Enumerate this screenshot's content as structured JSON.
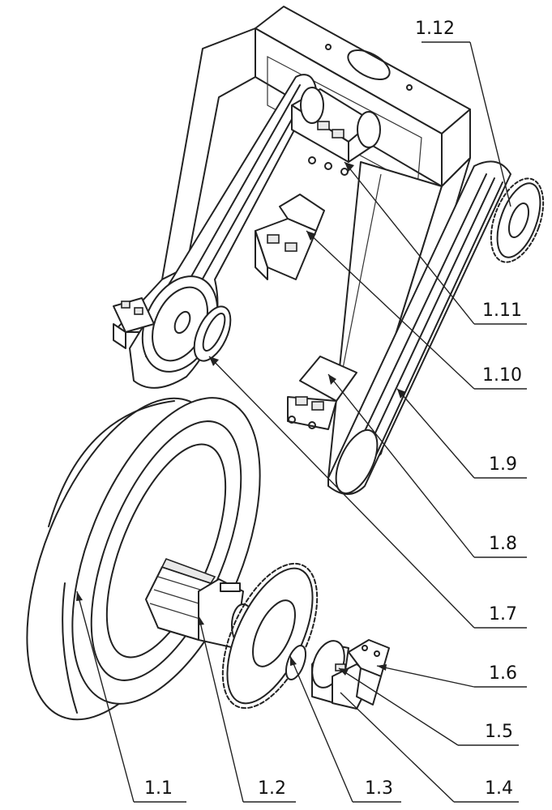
{
  "labels": {
    "l1_12": "1.12",
    "l1_11": "1.11",
    "l1_10": "1.10",
    "l1_9": "1.9",
    "l1_8": "1.8",
    "l1_7": "1.7",
    "l1_6": "1.6",
    "l1_5": "1.5",
    "l1_4": "1.4",
    "l1_3": "1.3",
    "l1_2": "1.2",
    "l1_1": "1.1"
  }
}
